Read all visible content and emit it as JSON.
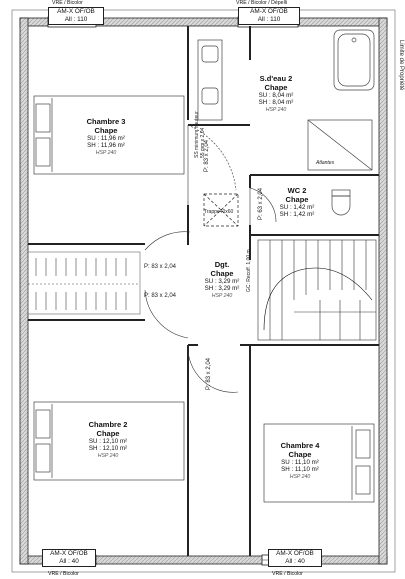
{
  "rooms": {
    "chambre3": {
      "name": "Chambre 3",
      "floor": "Chape",
      "su": "SU : 11,96 m²",
      "sh": "SH : 11,96 m²",
      "hsp": "HSP 240"
    },
    "sdeau2": {
      "name": "S.d'eau 2",
      "floor": "Chape",
      "su": "SU : 8,04 m²",
      "sh": "SH : 8,04 m²",
      "hsp": "HSP 240"
    },
    "wc2": {
      "name": "WC 2",
      "floor": "Chape",
      "su": "SU : 1,42 m²",
      "sh": "SH : 1,42 m²"
    },
    "dgt": {
      "name": "Dgt.",
      "floor": "Chape",
      "su": "SU : 3,29 m²",
      "sh": "SH : 3,29 m²",
      "hsp": "HSP 240"
    },
    "chambre2": {
      "name": "Chambre 2",
      "floor": "Chape",
      "su": "SU : 12,10 m²",
      "sh": "SH : 12,10 m²",
      "hsp": "HSP 240"
    },
    "chambre4": {
      "name": "Chambre 4",
      "floor": "Chape",
      "su": "SU : 11,10 m²",
      "sh": "SH : 11,10 m²",
      "hsp": "HSP 240"
    }
  },
  "windows": {
    "top_left": {
      "ref": "AM-X OF/OB",
      "size": "All : 110",
      "vre": "VRE / Bicolor"
    },
    "top_right": {
      "ref": "AM-X OF/OB",
      "size": "All : 110",
      "vre": "VRE / Bicolor / Dépelli"
    },
    "bottom_left": {
      "ref": "AM-X OF/OB",
      "size": "All : 40",
      "vre": "VRE / Bicolor"
    },
    "bottom_right": {
      "ref": "AM-X OF/OB",
      "size": "All : 40",
      "vre": "VRE / Bicolor"
    }
  },
  "doors": {
    "sdeau": "P: 83 x 2,04",
    "dgt_left_1": "P: 83 x 2,04",
    "dgt_left_2": "P: 83 x 2,04",
    "wc": "P: 63 x 2,04",
    "bottom": "P: 83 x 2,04"
  },
  "annotations": {
    "trappe": "Trappe40x60",
    "ss_min": "SS minimum hauteur",
    "ss_height": "55 mm x 2,04",
    "garde_corps": "GC: Recoff. 1,00 m",
    "atlantes": "Atlantes",
    "right_side": "Limite de Propriété"
  }
}
